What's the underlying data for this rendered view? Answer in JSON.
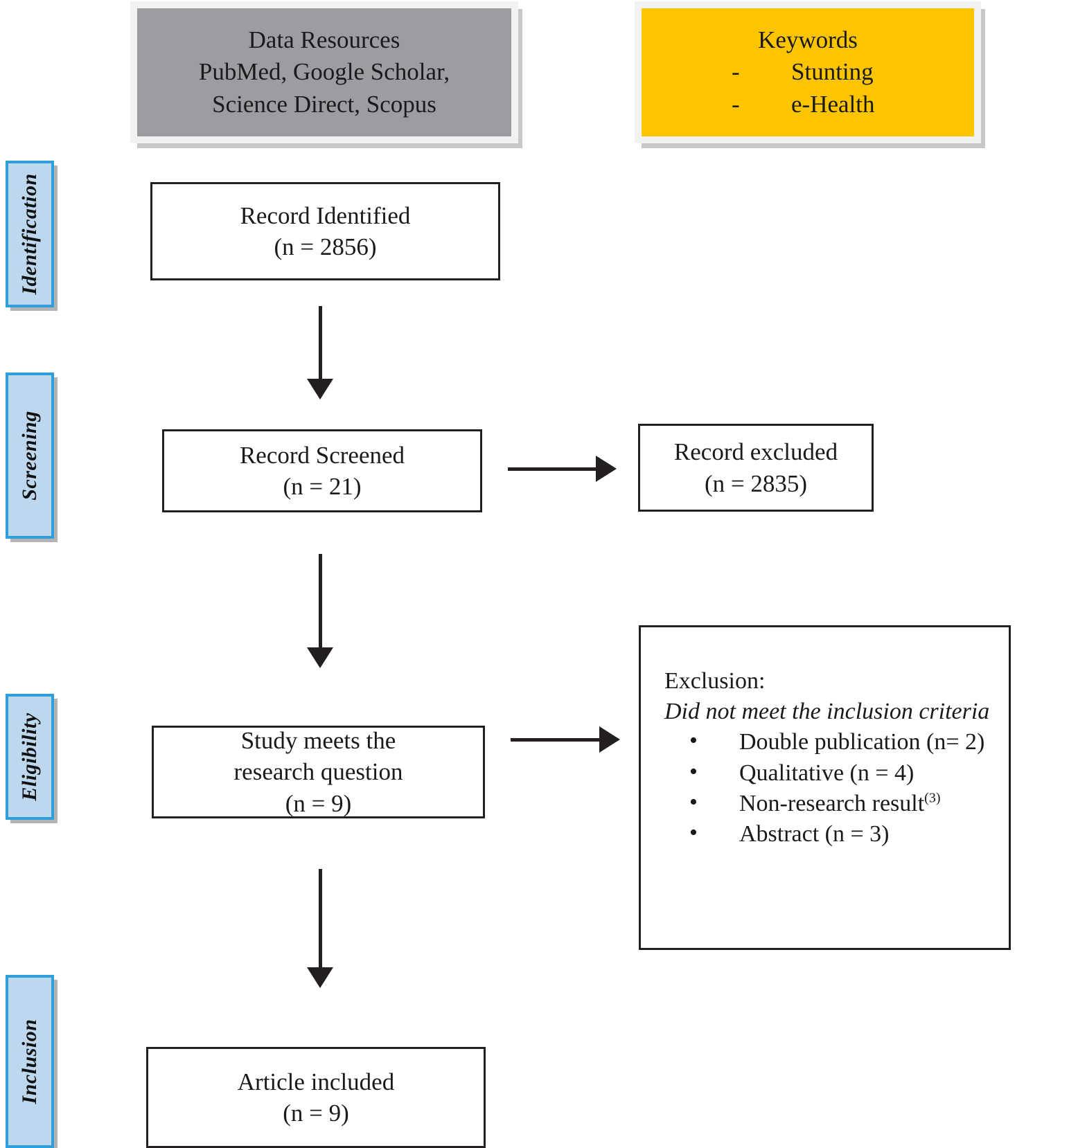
{
  "diagram": {
    "title": "PRISMA study selection flow diagram",
    "colors": {
      "stage_tab_fill": "#bdd7ee",
      "stage_tab_border": "#2e9fdb",
      "data_resources_fill": "#9b9da1",
      "keywords_fill": "#fdc500",
      "card_frame": "#f2f2f2",
      "shadow": "#c8c8c8",
      "box_border": "#231f20",
      "text": "#1a1a1a"
    }
  },
  "stages": [
    {
      "label": "Identification"
    },
    {
      "label": "Screening"
    },
    {
      "label": "Eligibility"
    },
    {
      "label": "Inclusion"
    }
  ],
  "header_cards": {
    "data_resources": {
      "lines": [
        "Data Resources",
        "PubMed, Google Scholar,",
        "Science Direct, Scopus"
      ]
    },
    "keywords": {
      "title": "Keywords",
      "items": [
        {
          "dash": "-",
          "text": "Stunting"
        },
        {
          "dash": "-",
          "text": "e-Health"
        }
      ]
    }
  },
  "flow_boxes": {
    "record_identified": {
      "line1": "Record Identified",
      "line2": "(n = 2856)"
    },
    "record_screened": {
      "line1": "Record Screened",
      "line2": "(n = 21)"
    },
    "record_excluded": {
      "line1": "Record excluded",
      "line2": "(n = 2835)"
    },
    "study_meets": {
      "line1": "Study meets the",
      "line2": "research question",
      "line3": "(n = 9)"
    },
    "article_included": {
      "line1": "Article included",
      "line2": "(n = 9)"
    }
  },
  "exclusion": {
    "heading": "Exclusion:",
    "subheading": "Did not meet the inclusion criteria",
    "items": [
      {
        "text": "Double publication (n= 2)",
        "superscript": ""
      },
      {
        "text": "Qualitative (n = 4)",
        "superscript": ""
      },
      {
        "text": "Non-research result",
        "superscript": "(3)"
      },
      {
        "text": "Abstract (n = 3)",
        "superscript": ""
      }
    ]
  },
  "arrows": [
    {
      "name": "identified-to-screened",
      "direction": "down"
    },
    {
      "name": "screened-to-excluded",
      "direction": "right"
    },
    {
      "name": "screened-to-study",
      "direction": "down"
    },
    {
      "name": "study-to-exclusion",
      "direction": "right"
    },
    {
      "name": "study-to-included",
      "direction": "down"
    }
  ]
}
